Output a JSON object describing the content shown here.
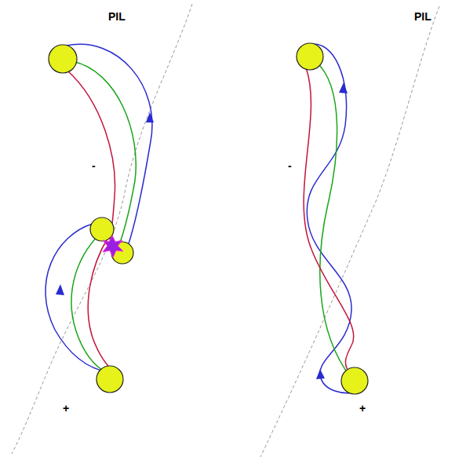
{
  "diagram": {
    "labels": [
      "PIL",
      "-",
      "+",
      "PIL",
      "-",
      "+"
    ]
  }
}
